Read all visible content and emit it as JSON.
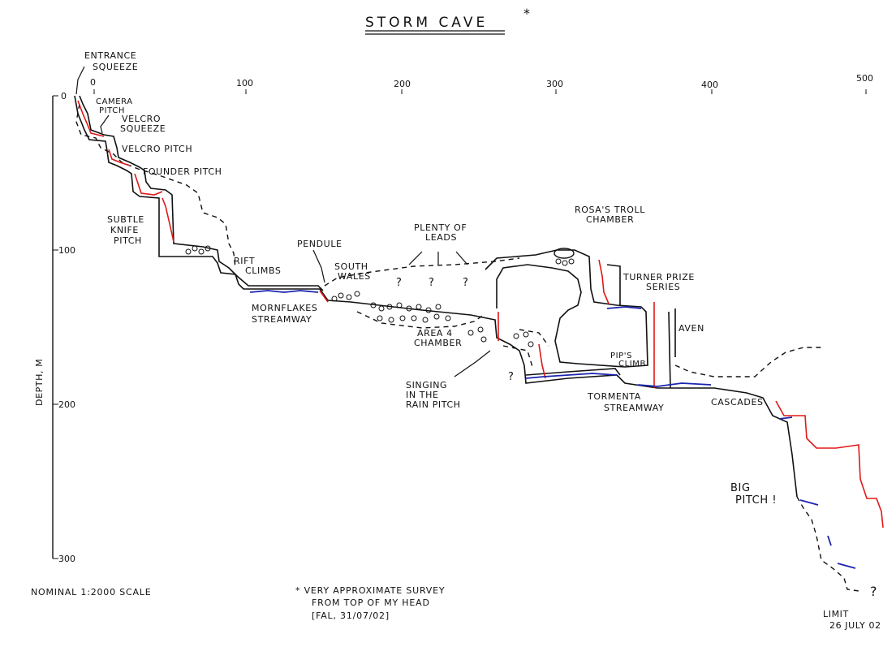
{
  "title": "STORM CAVE",
  "title_mark": "*",
  "y_axis": {
    "label": "DEPTH, M",
    "ticks": [
      "0",
      "100",
      "200",
      "300"
    ]
  },
  "x_axis": {
    "ticks": [
      "0",
      "100",
      "200",
      "300",
      "400",
      "500"
    ]
  },
  "labels": {
    "entrance_squeeze": [
      "ENTRANCE",
      "SQUEEZE"
    ],
    "camera_pitch": [
      "CAMERA",
      "PITCH"
    ],
    "velcro_squeeze": [
      "VELCRO",
      "SQUEEZE"
    ],
    "velcro_pitch": "VELCRO PITCH",
    "founder_pitch": "FOUNDER PITCH",
    "subtle_knife_pitch": [
      "SUBTLE",
      "KNIFE",
      "PITCH"
    ],
    "rift_climbs": [
      "RIFT",
      "CLIMBS"
    ],
    "pendule": "PENDULE",
    "south_wales": [
      "SOUTH",
      "WALES"
    ],
    "plenty_of_leads": [
      "PLENTY OF",
      "LEADS"
    ],
    "cornflakes_streamway": [
      "MORNFLAKES",
      "STREAMWAY"
    ],
    "area_4_chamber": [
      "AREA 4",
      "CHAMBER"
    ],
    "singing_in_the_rain": [
      "SINGING",
      "IN THE",
      "RAIN PITCH"
    ],
    "rosas_troll_chamber": [
      "ROSA'S TROLL",
      "CHAMBER"
    ],
    "turner_prize_series": [
      "TURNER PRIZE",
      "SERIES"
    ],
    "aven": "AVEN",
    "pips_climb": [
      "PIP'S",
      "CLIMB"
    ],
    "tormenta_streamway": [
      "TORMENTA",
      "STREAMWAY"
    ],
    "cascades": "CASCADES",
    "big_pitch": [
      "BIG",
      "PITCH !"
    ],
    "limit": [
      "LIMIT",
      "26 JULY 02"
    ],
    "unknown": "?"
  },
  "scale_note": "NOMINAL 1:2000 SCALE",
  "footnote": [
    "* VERY APPROXIMATE SURVEY",
    "FROM TOP OF MY HEAD",
    "[FAL, 31/07/02]"
  ],
  "colors": {
    "line": "#111111",
    "pitch": "#e01818",
    "water": "#1a24b0"
  }
}
